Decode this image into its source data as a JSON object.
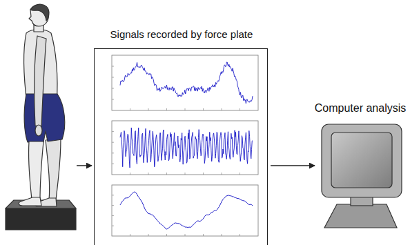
{
  "diagram": {
    "nodes": [
      {
        "text": [
          "Signals recorded by force plate"
        ]
      },
      {
        "text": [
          "Computer analysis"
        ]
      }
    ],
    "edges": [
      {
        "from": 0,
        "to": 1,
        "arrow": "to"
      }
    ]
  }
}
